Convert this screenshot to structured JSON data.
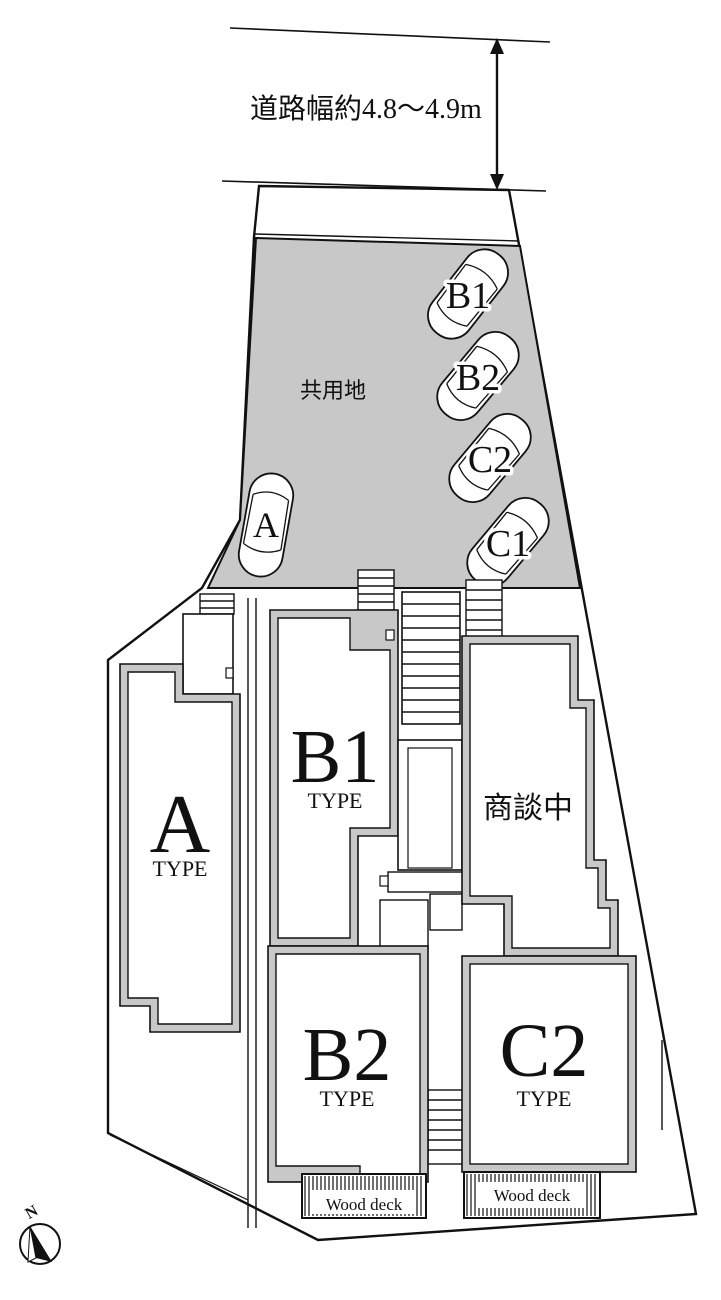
{
  "road": {
    "width_label": "道路幅約4.8〜4.9m"
  },
  "common_area": {
    "label": "共用地"
  },
  "parking": {
    "spaces": [
      {
        "label": "B1"
      },
      {
        "label": "B2"
      },
      {
        "label": "C2"
      },
      {
        "label": "C1"
      },
      {
        "label": "A"
      }
    ]
  },
  "units": {
    "A": {
      "name": "A",
      "type": "TYPE"
    },
    "B1": {
      "name": "B1",
      "type": "TYPE"
    },
    "B2": {
      "name": "B2",
      "type": "TYPE"
    },
    "C2": {
      "name": "C2",
      "type": "TYPE"
    },
    "C1": {
      "status": "商談中"
    }
  },
  "decks": {
    "left": "Wood deck",
    "right": "Wood deck"
  },
  "compass": {
    "letter": "N"
  },
  "colors": {
    "common_area": "#c8c8c8",
    "unit_border": "#c8c8c8",
    "line": "#111111"
  }
}
